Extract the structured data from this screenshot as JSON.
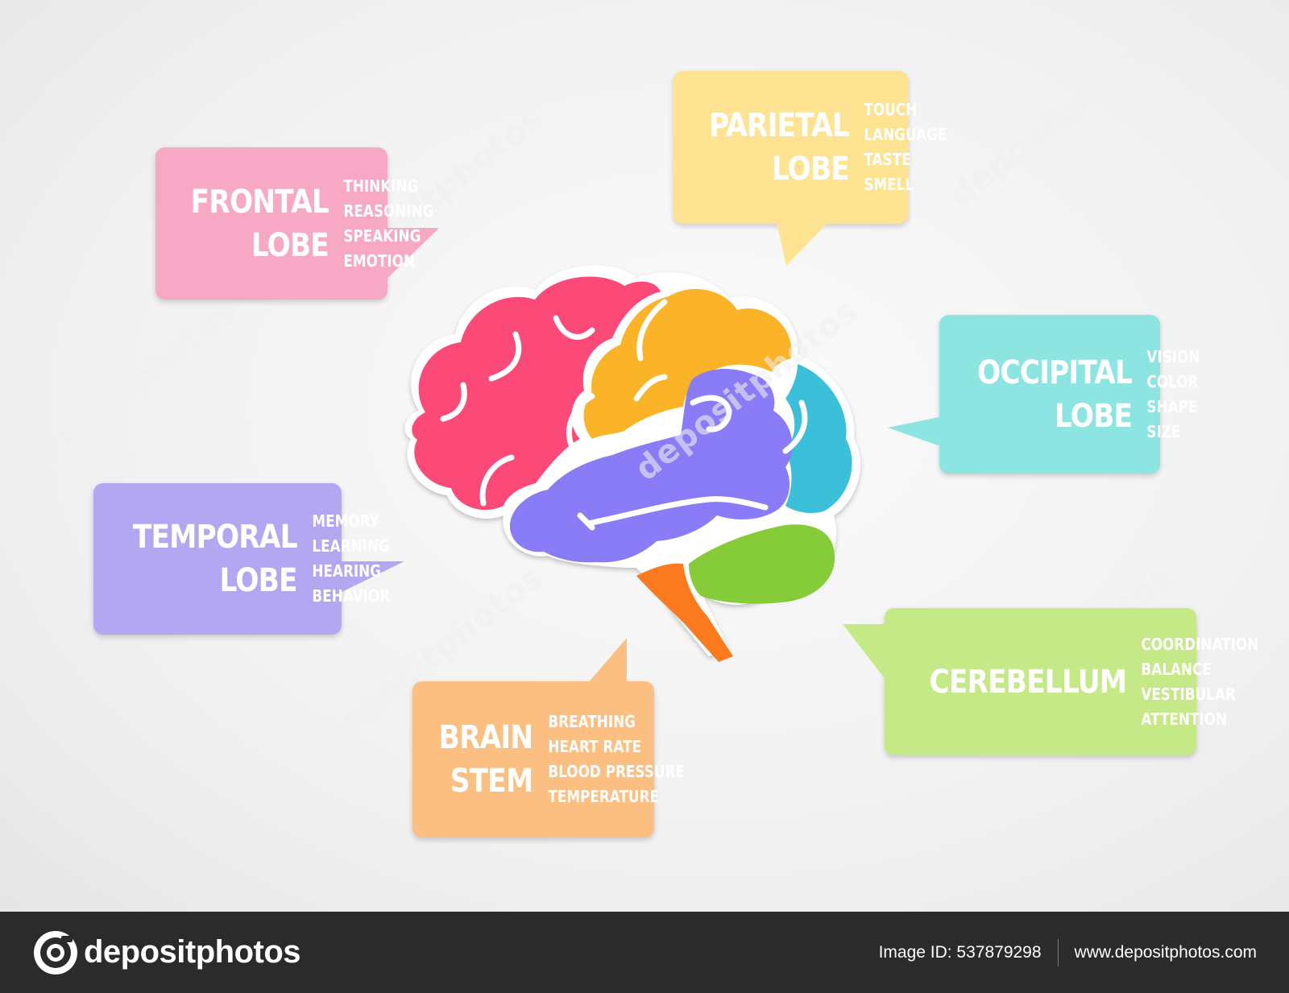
{
  "callouts": {
    "frontal": {
      "title": [
        "FRONTAL",
        "LOBE"
      ],
      "items": [
        "THINKING",
        "REASONING",
        "SPEAKING",
        "EMOTION"
      ],
      "color": "#f7a8c4"
    },
    "parietal": {
      "title": [
        "PARIETAL",
        "LOBE"
      ],
      "items": [
        "TOUCH",
        "LANGUAGE",
        "TASTE",
        "SMELL"
      ],
      "color": "#fde392"
    },
    "occipital": {
      "title": [
        "OCCIPITAL",
        "LOBE"
      ],
      "items": [
        "VISION",
        "COLOR",
        "SHAPE",
        "SIZE"
      ],
      "color": "#8ce5e0"
    },
    "temporal": {
      "title": [
        "TEMPORAL",
        "LOBE"
      ],
      "items": [
        "MEMORY",
        "LEARNING",
        "HEARING",
        "BEHAVIOR"
      ],
      "color": "#b3a7f2"
    },
    "stem": {
      "title": [
        "BRAIN",
        "STEM"
      ],
      "items": [
        "BREATHING",
        "HEART RATE",
        "BLOOD PRESSURE",
        "TEMPERATURE"
      ],
      "color": "#fcbf82"
    },
    "cerebellum": {
      "title": [
        "CEREBELLUM"
      ],
      "items": [
        "COORDINATION",
        "BALANCE",
        "VESTIBULAR",
        "ATTENTION"
      ],
      "color": "#c4e986"
    }
  },
  "brain_colors": {
    "frontal": "#fb4a78",
    "parietal": "#fbb428",
    "occipital": "#3cbfd8",
    "temporal": "#8a7cf6",
    "cerebellum": "#86cc38",
    "stem": "#fc7a1e"
  },
  "watermark": "depositphotos",
  "footer": {
    "logo_text": "depositphotos",
    "image_id_label": "Image ID: 537879298",
    "url": "www.depositphotos.com"
  }
}
